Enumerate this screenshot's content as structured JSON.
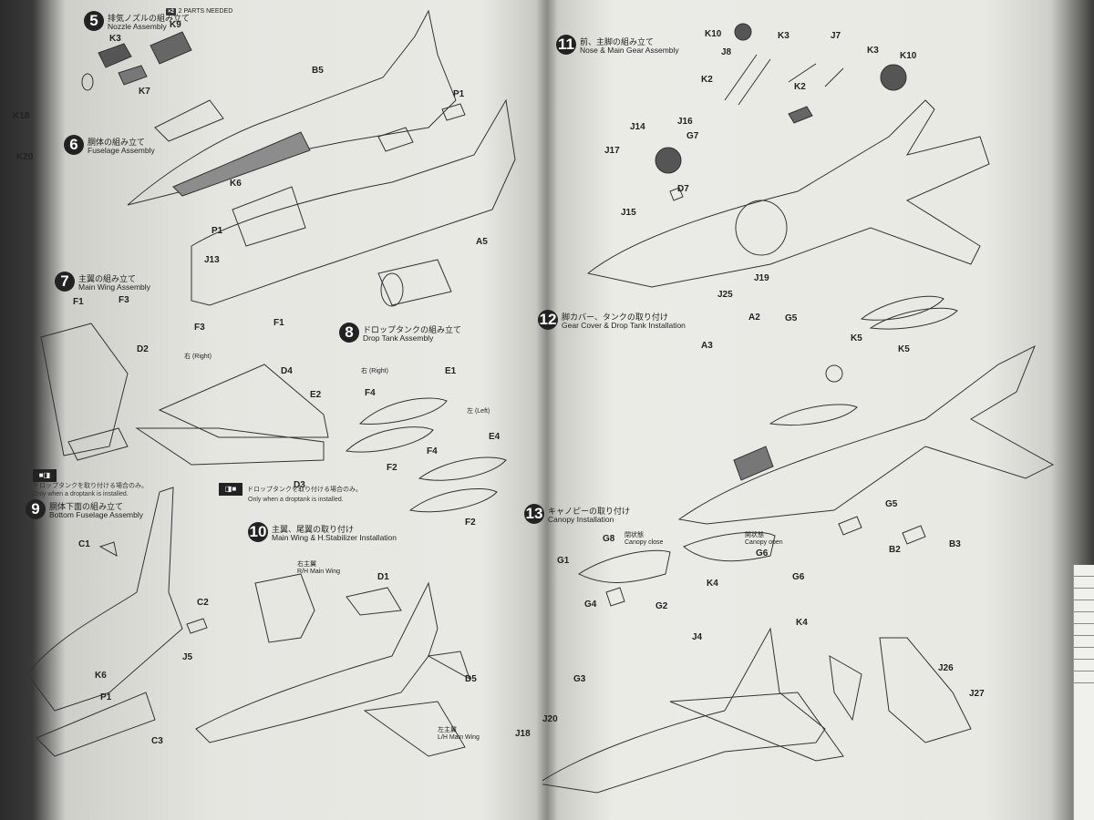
{
  "steps": [
    {
      "num": "5",
      "jp": "排気ノズルの組み立て",
      "en": "Nozzle Assembly"
    },
    {
      "num": "6",
      "jp": "胴体の組み立て",
      "en": "Fuselage Assembly"
    },
    {
      "num": "7",
      "jp": "主翼の組み立て",
      "en": "Main Wing Assembly"
    },
    {
      "num": "8",
      "jp": "ドロップタンクの組み立て",
      "en": "Drop Tank Assembly"
    },
    {
      "num": "9",
      "jp": "胴体下面の組み立て",
      "en": "Bottom Fuselage Assembly"
    },
    {
      "num": "10",
      "jp": "主翼、尾翼の取り付け",
      "en": "Main Wing & H.Stabilizer Installation"
    },
    {
      "num": "11",
      "jp": "前、主脚の組み立て",
      "en": "Nose & Main Gear Assembly"
    },
    {
      "num": "12",
      "jp": "脚カバー、タンクの取り付け",
      "en": "Gear Cover & Drop Tank Installation"
    },
    {
      "num": "13",
      "jp": "キャノピーの取り付け",
      "en": "Canopy Installation"
    }
  ],
  "parts": {
    "k3": "K3",
    "k9": "K9",
    "k7": "K7",
    "k18": "K18",
    "k20": "K20",
    "b5": "B5",
    "p1": "P1",
    "k6": "K6",
    "j13": "J13",
    "a5": "A5",
    "f1": "F1",
    "f3": "F3",
    "d2": "D2",
    "d4": "D4",
    "e2": "E2",
    "d3": "D3",
    "e1": "E1",
    "f4": "F4",
    "f2": "F2",
    "e4": "E4",
    "c1": "C1",
    "c2": "C2",
    "j5": "J5",
    "c3": "C3",
    "d1": "D1",
    "d5": "D5",
    "k10": "K10",
    "j7": "J7",
    "j8": "J8",
    "k2": "K2",
    "j14": "J14",
    "j16": "J16",
    "g7": "G7",
    "j17": "J17",
    "d7": "D7",
    "j15": "J15",
    "j19": "J19",
    "j25": "J25",
    "a2": "A2",
    "g5": "G5",
    "a3": "A3",
    "k5": "K5",
    "b2": "B2",
    "b3": "B3",
    "g8": "G8",
    "g1": "G1",
    "g6": "G6",
    "k4": "K4",
    "g4": "G4",
    "g2": "G2",
    "j4": "J4",
    "g3": "G3",
    "j20": "J20",
    "j18": "J18",
    "j26": "J26",
    "j27": "J27"
  },
  "labels": {
    "right_jp": "右",
    "right_en": "(Right)",
    "left_jp": "左",
    "left_en": "(Left)",
    "rh_wing_jp": "右主翼",
    "rh_wing_en": "R/H Main Wing",
    "lh_wing_jp": "左主翼",
    "lh_wing_en": "L/H Main Wing",
    "canopy_close_jp": "閉状態",
    "canopy_close_en": "Canopy close",
    "canopy_open_jp": "開状態",
    "canopy_open_en": "Canopy open",
    "droptank_note_jp": "ドロップタンクを取り付ける場合のみ。",
    "droptank_note_en": "Only when a droptank is installed.",
    "parts_needed": "2 PARTS NEEDED"
  },
  "colors": {
    "paper": "#e9e9e4",
    "ink": "#222222",
    "shade": "#8c8c8c"
  }
}
